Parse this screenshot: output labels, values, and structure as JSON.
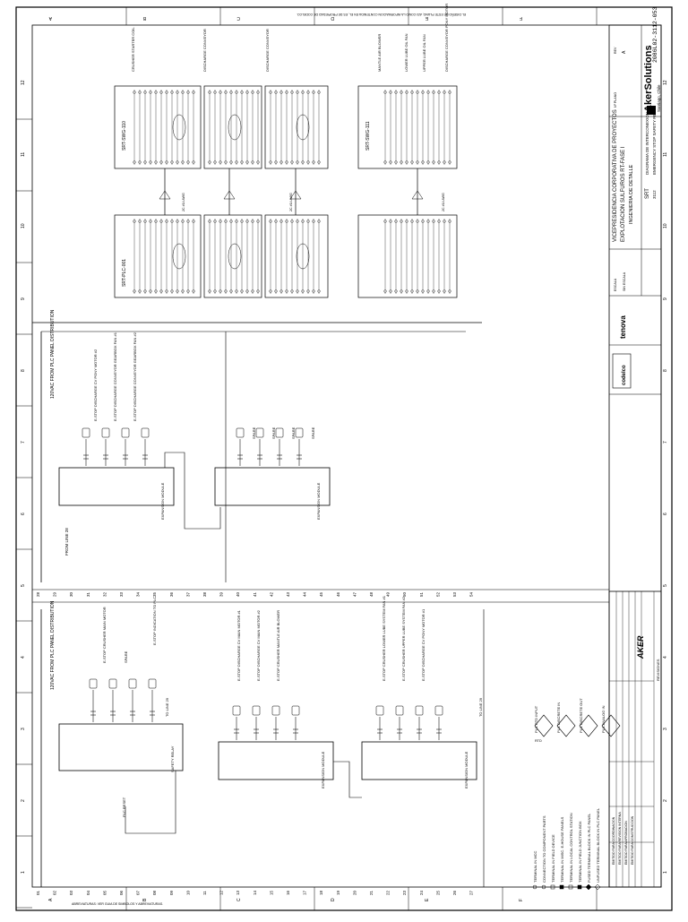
{
  "title_block": {
    "company": "AkerSolutions",
    "company_city": "Santiago, Chile",
    "client_line1": "VICEPRESIDENCIA CORPORATIVA DE PROYECTOS",
    "client_line2": "EXPLOTACION SULFUROS RT-FASE I",
    "client_line3": "INGENIERIA DE DETALLE",
    "area": "SRT",
    "area_code": "3112",
    "drawing_title1": "DIAGRAMA DE INTERCONEXION",
    "drawing_title2": "EMERGENCY STOP SAFETY RELAY",
    "drawing_number": "2086L02-3112-053",
    "logos": [
      "codelco",
      "tenova"
    ],
    "label_n_plano": "Nº PLANO",
    "label_escala": "ESCALA",
    "scale_value": "SIN ESCALA",
    "label_rev": "REV",
    "rev_value": "A"
  },
  "grid": {
    "columns": [
      "1",
      "2",
      "3",
      "4",
      "5",
      "6",
      "7",
      "8",
      "9",
      "10",
      "11",
      "12"
    ],
    "rows": [
      "A",
      "B",
      "C",
      "D",
      "E",
      "F"
    ]
  },
  "left_bus_numbers": [
    "01",
    "02",
    "03",
    "04",
    "05",
    "06",
    "07",
    "08",
    "09",
    "10",
    "11",
    "12",
    "13",
    "14",
    "15",
    "16",
    "17",
    "18",
    "19",
    "20",
    "21",
    "22",
    "23",
    "24",
    "25",
    "26",
    "27"
  ],
  "right_bus_numbers": [
    "28",
    "29",
    "30",
    "31",
    "32",
    "33",
    "34",
    "35",
    "36",
    "37",
    "38",
    "39",
    "40",
    "41",
    "42",
    "43",
    "44",
    "45",
    "46",
    "47",
    "48",
    "49",
    "50",
    "51",
    "52",
    "53",
    "54"
  ],
  "left_panel": {
    "bus_title": "120VAC FROM PLC PANEL DISTRIBUTION",
    "relay_label": "SAFETY RELAY",
    "module_label": "EXPANSION MODULE",
    "to_line": "TO LINE 29",
    "plc_reset": "PLC RESET",
    "line_descriptions": [
      "E-STOP CRUSHER MAIN MOTOR",
      "SPARE",
      "E-STOP INDICATION TO PLC",
      "E-STOP DISCHARGE CV MAIN MOTOR #1",
      "E-STOP DISCHARGE CV MAIN MOTOR #2",
      "E-STOP CRUSHER MANTLE AIR BLOWER",
      "E-STOP CRUSHER LOWER LUBE SYSTEM FAN #1",
      "E-STOP CRUSHER UPPER LUBE SYSTEM FAN #2",
      "E-STOP DISCHARGE CV PONY MOTOR #1"
    ]
  },
  "right_panel": {
    "bus_title": "120VAC FROM PLC PANEL DISTRIBUTION",
    "from_line": "FROM LINE 28",
    "module_label": "EXPANSION MODULE",
    "line_descriptions": [
      "E-STOP DISCHARGE CV PONY MOTOR #2",
      "E-STOP DISCHARGE CONVEYOR GEARBOX FAN #1",
      "E-STOP DISCHARGE CONVEYOR GEARBOX FAN #2",
      "SPARE",
      "SPARE",
      "SPARE",
      "SPARE"
    ]
  },
  "interconnection": {
    "srt_plc": "SRT-PLC-001",
    "srt_swg_110": "SRT-SWG-110",
    "srt_swg_111": "SRT-SWG-111",
    "cable_note": "2C #14 AWG",
    "destinations": [
      "CRUSHER STARTER COIL",
      "DISCHARGE CONVEYOR",
      "DISCHARGE CONVEYOR",
      "MANTLE AIR BLOWER",
      "LOWER LUBE OIL FAN",
      "UPPER LUBE OIL FAN",
      "DISCHARGE CONVEYOR PONY MOTOR"
    ]
  },
  "legend": {
    "items": [
      "TERMINAL IN MCC",
      "CONNECTION TO COMPONENT PARTS",
      "TERMINAL IN FIELD DEVICE",
      "TERMINAL IN MISC. E-HOUSE PANELS",
      "TERMINAL IN LOCAL CONTROL STATION",
      "TERMINAL IN FIELD JUNCTION BOX",
      "FUSED TERMINAL BLOCK IN PLC PANEL",
      "UNFUSED TERMINAL BLOCK IN PLC PANEL"
    ],
    "plc_symbols": [
      "PLC RTD INPUT",
      "PLC DISCRETE IN",
      "PLC DISCRETE OUT",
      "PLC ANALOG IN"
    ],
    "rtd": "RTD"
  },
  "revisions": {
    "header": "REVISIONES",
    "rows": [
      "EMITIDO PARA COORDINACION",
      "EMITIDO PARA REVISION INTERNA",
      "EMITIDO PARA APROBACION",
      "EMITIDO PARA CONSTRUCCION"
    ]
  },
  "notes_top": "EL DISEÑO DE ESTE PLANO, ASI COMO LA INFORMACION CONTENIDA EN EL, ES DE PROPIEDAD DE CODELCO.",
  "notes_bottom": "ABREVIATURAS: VER GUIA DE SIMBOLOS Y ABREVIATURAS.",
  "colors": {
    "ink": "#000000",
    "paper": "#ffffff"
  }
}
